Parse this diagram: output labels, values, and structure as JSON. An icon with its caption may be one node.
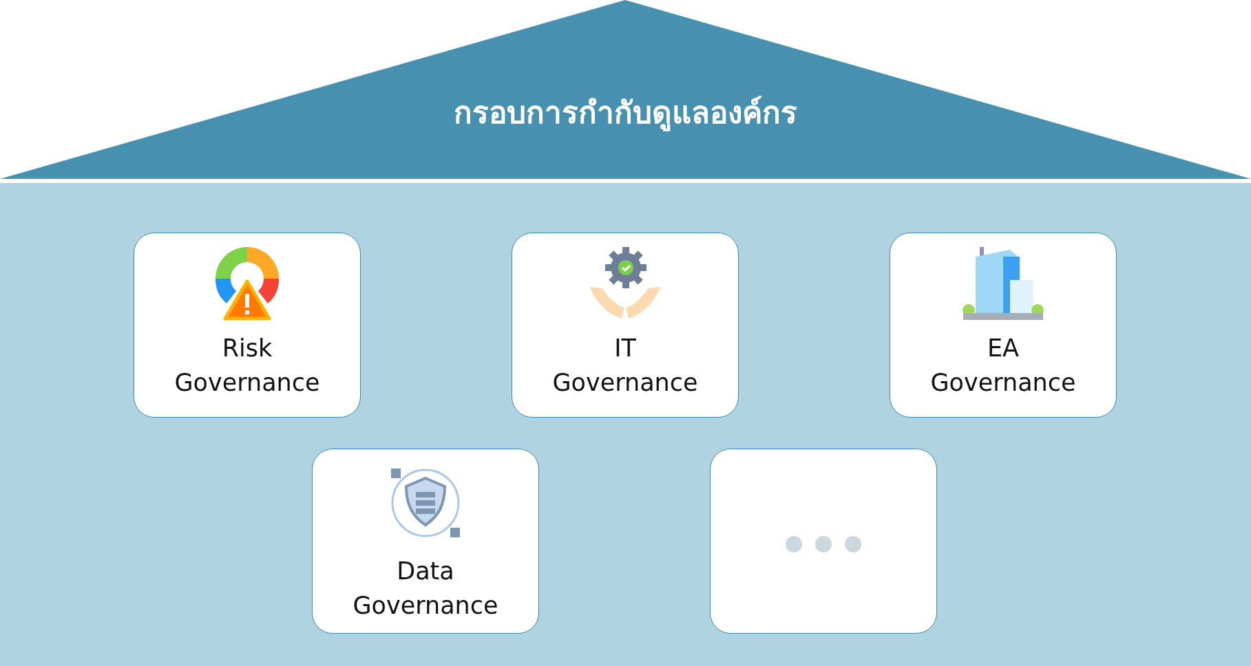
{
  "diagram": {
    "nodes": [
      {
        "text": [
          "กรอบการกำกับดูแลองค์กร"
        ]
      },
      {
        "text": [],
        "shape": "box"
      },
      {
        "text": [
          "Risk Governance"
        ],
        "in": 1
      },
      {
        "text": [
          "IT Governance"
        ],
        "in": 1
      },
      {
        "text": [
          "EA Governance"
        ],
        "in": 1
      },
      {
        "text": [
          "Data Governance"
        ],
        "in": 1
      },
      {
        "text": [],
        "shape": "box",
        "in": 1
      }
    ]
  }
}
